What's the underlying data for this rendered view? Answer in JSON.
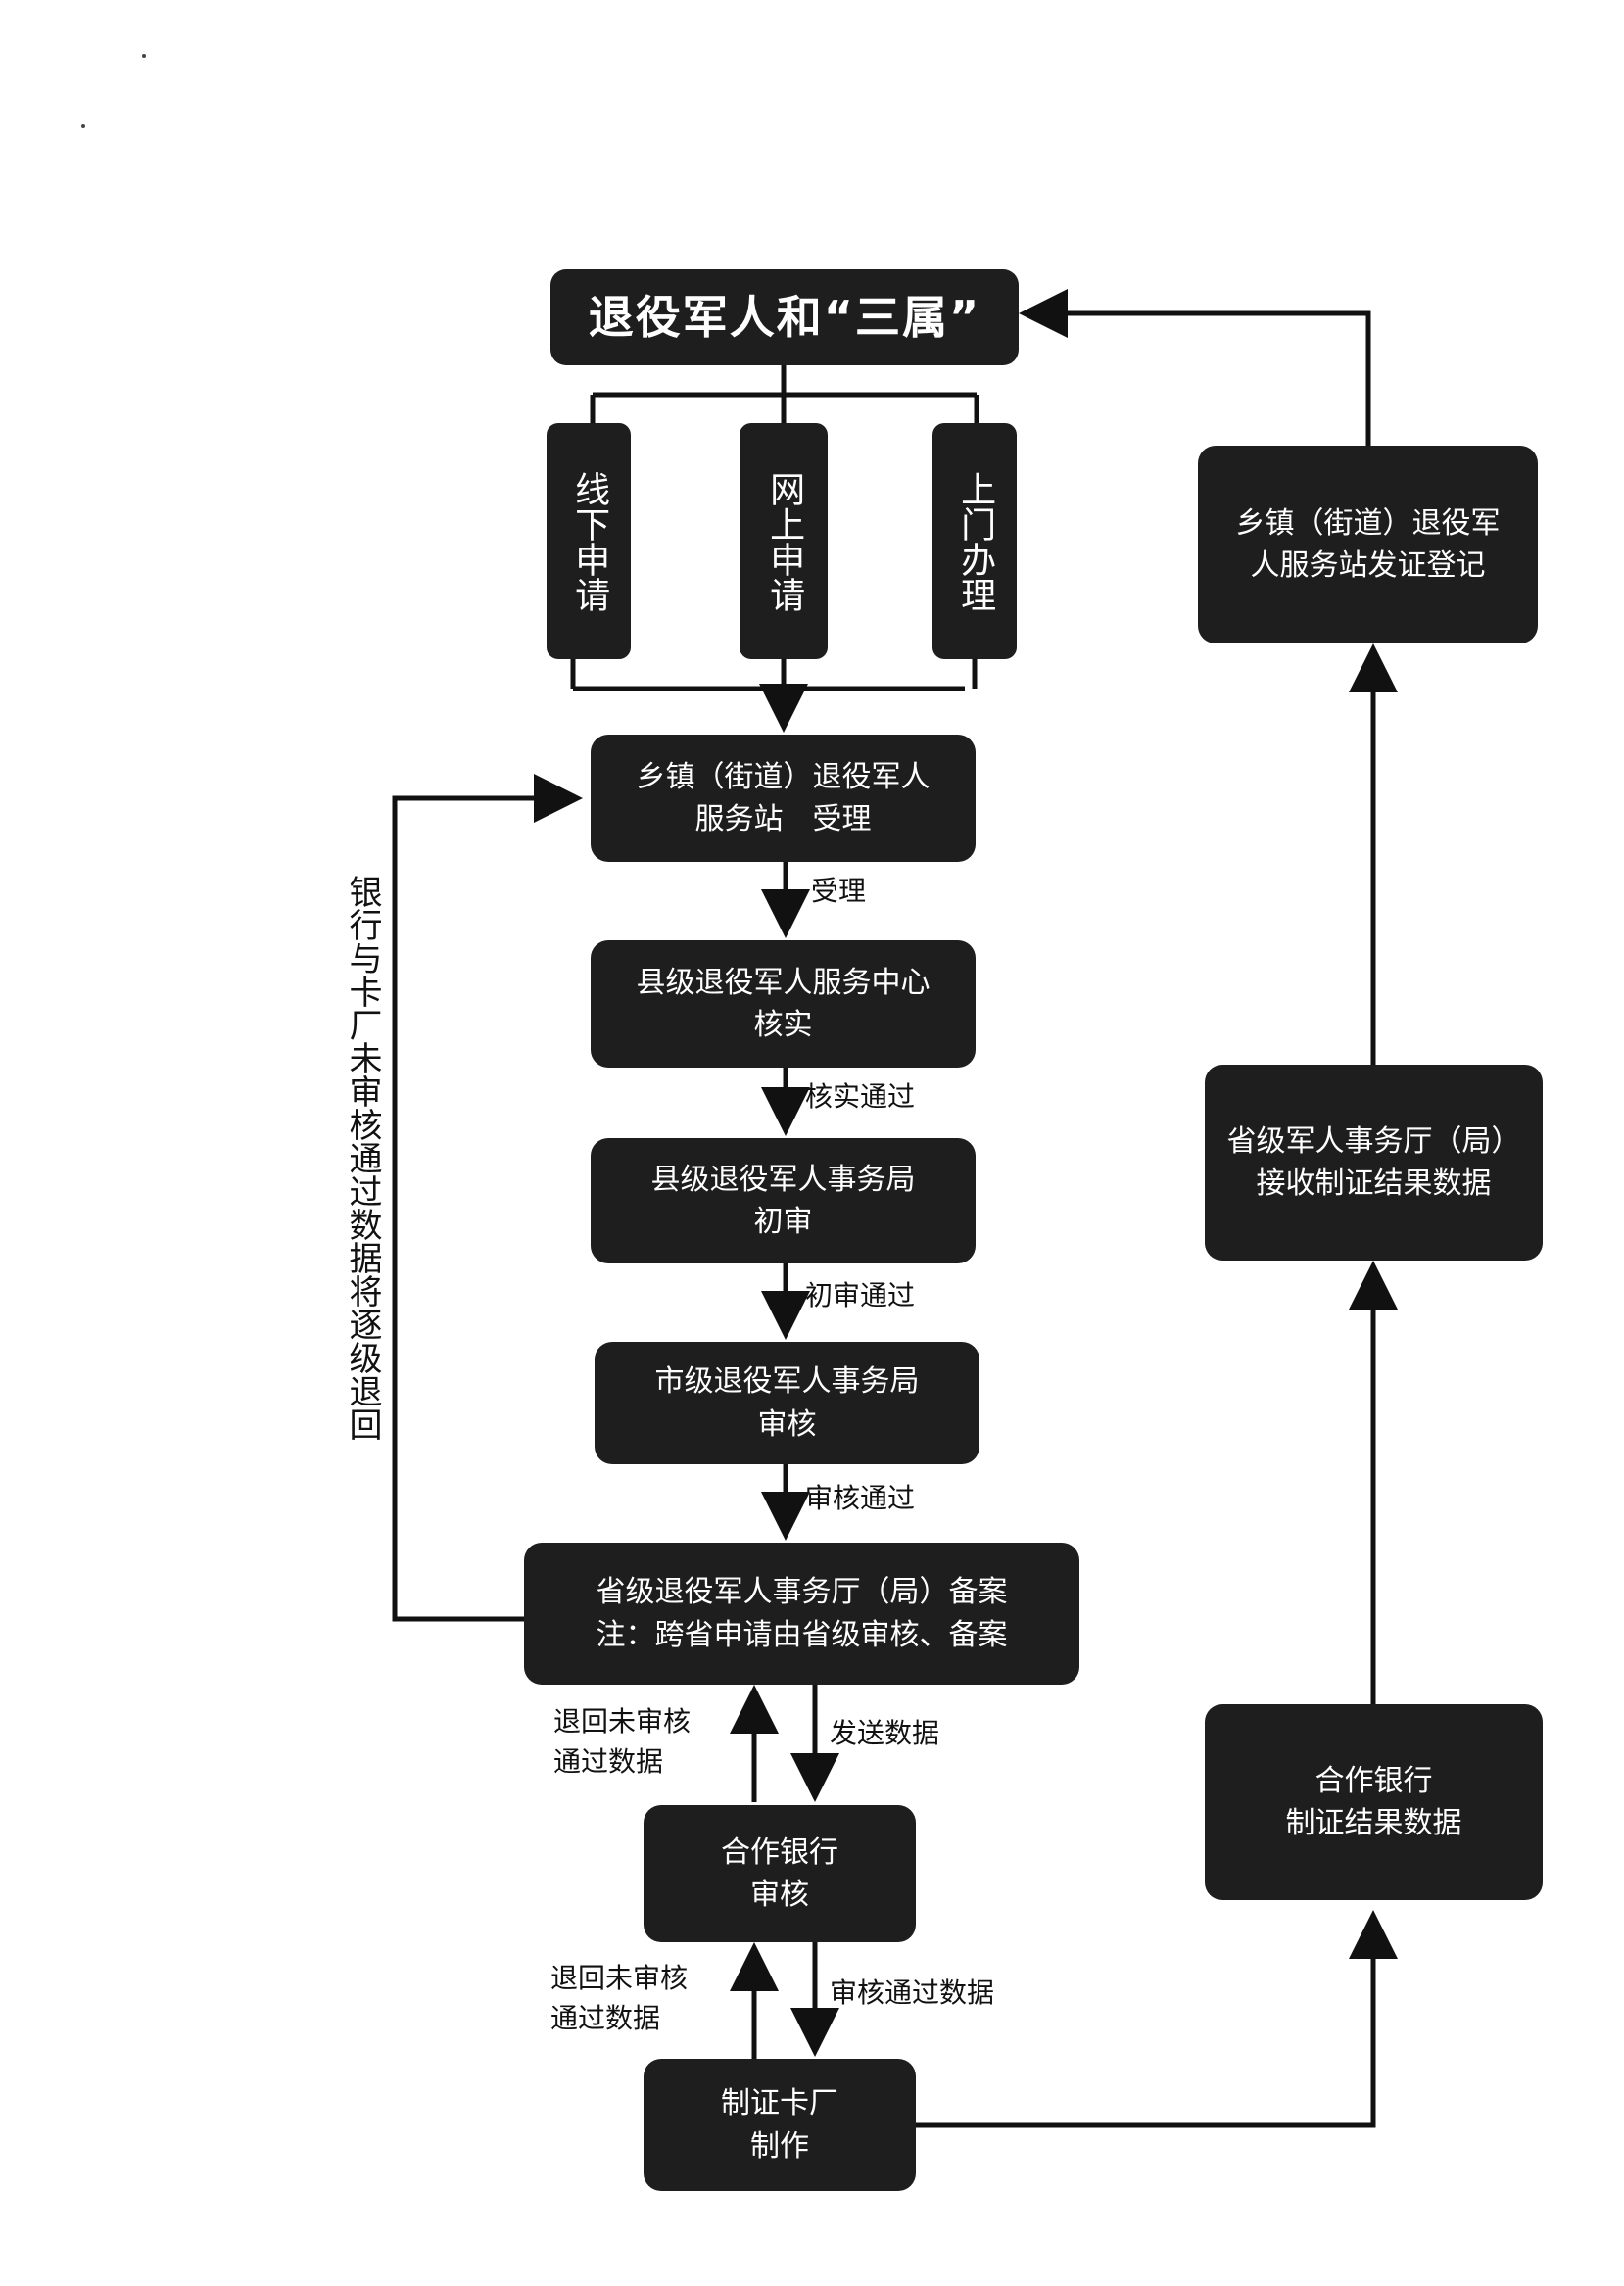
{
  "nodes": {
    "top": "退役军人和“三属”",
    "offline": "线下申请",
    "online": "网上申请",
    "visit": "上门办理",
    "township_accept": [
      "乡镇（街道）退役军人",
      "服务站　受理"
    ],
    "county_center": [
      "县级退役军人服务中心",
      "核实"
    ],
    "county_bureau": [
      "县级退役军人事务局",
      "初审"
    ],
    "city_bureau": [
      "市级退役军人事务局",
      "审核"
    ],
    "province_record": [
      "省级退役军人事务厅（局）备案",
      "注：跨省申请由省级审核、备案"
    ],
    "bank_review": [
      "合作银行",
      "审核"
    ],
    "card_factory": [
      "制证卡厂",
      "制作"
    ],
    "bank_result": [
      "合作银行",
      "制证结果数据"
    ],
    "province_receive": [
      "省级军人事务厅（局）",
      "接收制证结果数据"
    ],
    "township_issue": [
      "乡镇（街道）退役军",
      "人服务站发证登记"
    ]
  },
  "edge_labels": {
    "accept": "受理",
    "verify_pass": "核实通过",
    "initial_pass": "初审通过",
    "review_pass": "审核通过",
    "send_data": "发送数据",
    "return_unapproved_1": [
      "退回未审核",
      "通过数据"
    ],
    "review_pass_data": "审核通过数据",
    "return_unapproved_2": [
      "退回未审核",
      "通过数据"
    ],
    "bank_factory_return": "银行与卡厂未审核通过数据将逐级退回"
  }
}
